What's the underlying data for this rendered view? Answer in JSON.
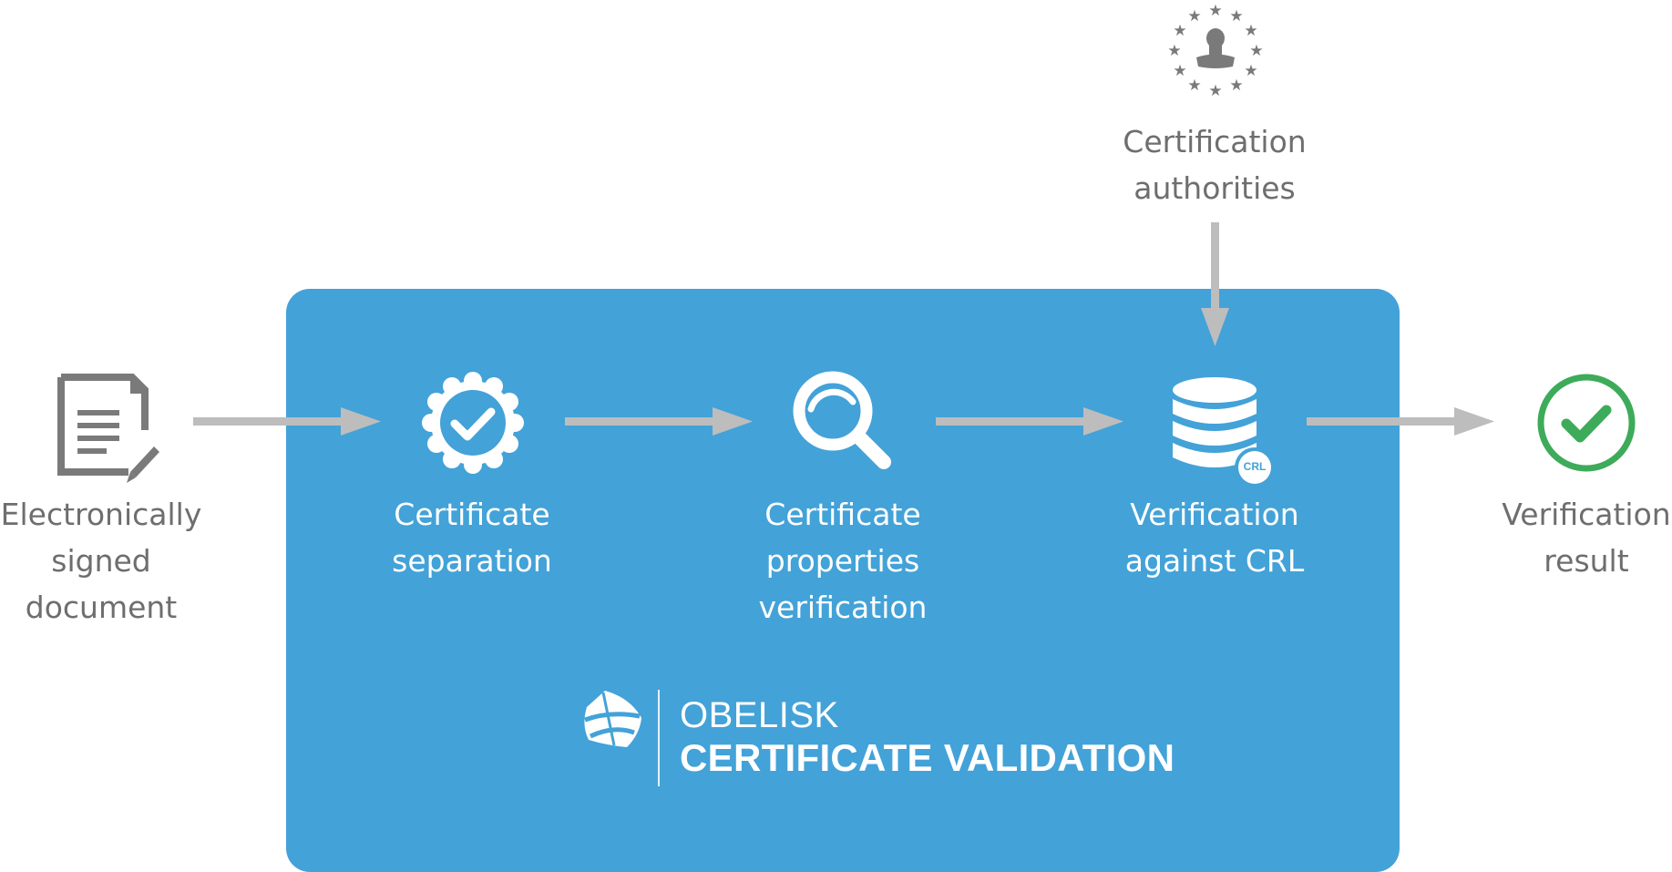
{
  "nodes": {
    "input": {
      "label": "Electronically\nsigned\ndocument",
      "icon": "signed-document-icon"
    },
    "step1": {
      "label": "Certificate\nseparation",
      "icon": "badge-check-icon"
    },
    "step2": {
      "label": "Certificate\nproperties\nverification",
      "icon": "magnifier-icon"
    },
    "step3": {
      "label": "Verification\nagainst CRL",
      "icon": "database-crl-icon",
      "badge": "CRL"
    },
    "output": {
      "label": "Verification\nresult",
      "icon": "check-circle-icon"
    },
    "authority": {
      "label": "Certification\nauthorities",
      "icon": "eu-stamp-icon"
    }
  },
  "brand": {
    "line1": "OBELISK",
    "line2": "CERTIFICATE VALIDATION",
    "icon": "obelisk-logo-icon"
  },
  "colors": {
    "panel": "#43a2d8",
    "arrow": "#bdbdbd",
    "grey_text": "#6e6e6e",
    "success": "#3dab5a",
    "white": "#ffffff"
  }
}
